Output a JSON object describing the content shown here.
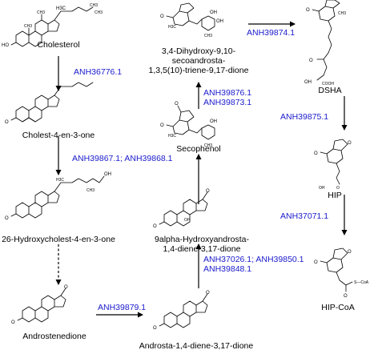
{
  "compounds": {
    "cholesterol": "Cholesterol",
    "cholest_4_en_3_one": "Cholest-4-en-3-one",
    "hydroxycholest": "26-Hydroxycholest-4-en-3-one",
    "androstenedione": "Androstenedione",
    "androstadiene": "Androsta-1,4-diene-3,17-dione",
    "hydroxyandrostadiene_line1": "9alpha-Hydroxyandrosta-",
    "hydroxyandrostadiene_line2": "1,4-diene-3,17-dione",
    "secophenol": "Secophenol",
    "dihydroxy_line1": "3,4-Dihydroxy-9,10-",
    "dihydroxy_line2": "secoandrosta-",
    "dihydroxy_line3": "1,3,5(10)-triene-9,17-dione",
    "dsha": "DSHA",
    "hip": "HIP",
    "hip_coa": "HIP-CoA"
  },
  "enzymes": {
    "e1": "ANH36776.1",
    "e2": "ANH39867.1; ANH39868.1",
    "e3": "ANH39879.1",
    "e4_line1": "ANH37026.1;  ANH39850.1",
    "e4_line2": "ANH39848.1",
    "e5_line1": "ANH39876.1",
    "e5_line2": "ANH39873.1",
    "e6": "ANH39874.1",
    "e7": "ANH39875.1",
    "e8": "ANH37071.1"
  },
  "atoms": {
    "ho": "HO",
    "o": "O",
    "oh": "OH",
    "h": "H",
    "h3c": "H3C",
    "ch3": "CH3",
    "cooh": "COOH",
    "scoa": "S—CoA"
  },
  "colors": {
    "enzyme_text": "#1a1acc",
    "structure": "#000000"
  }
}
